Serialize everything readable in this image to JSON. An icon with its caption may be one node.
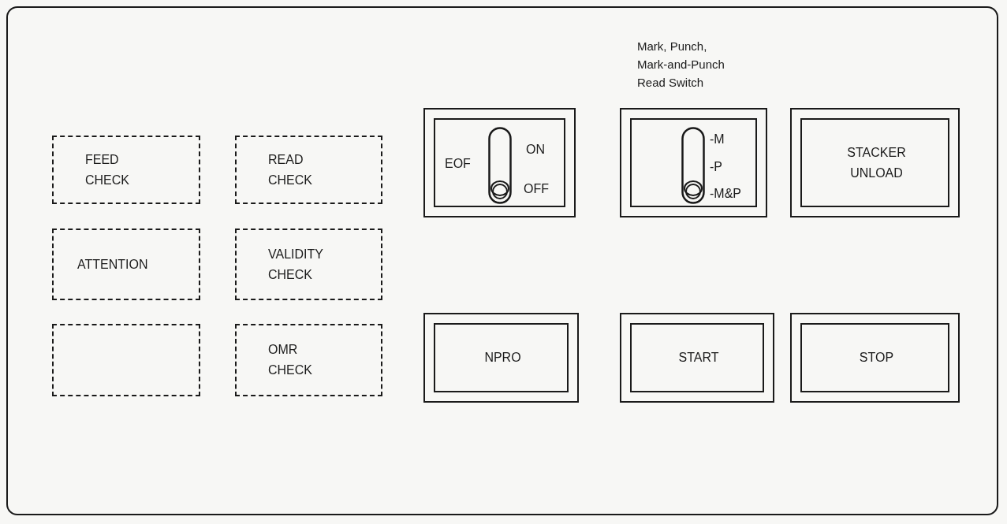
{
  "diagram": {
    "nodes": [
      {
        "text": [
          "FEED CHECK"
        ]
      },
      {
        "text": [
          "READ CHECK"
        ]
      },
      {
        "text": [
          "EOF",
          "ON",
          "OFF"
        ]
      },
      {
        "text": [
          "Mark, Punch, Mark-and-Punch Read Switch",
          "-M",
          "-P",
          "-M&P"
        ]
      },
      {
        "text": [
          "STACKER UNLOAD"
        ]
      },
      {
        "text": [
          "ATTENTION"
        ]
      },
      {
        "text": [
          "VALIDITY CHECK"
        ]
      },
      {
        "text": [],
        "shape": "box"
      },
      {
        "text": [
          "OMR CHECK"
        ]
      },
      {
        "text": [
          "NPRO"
        ]
      },
      {
        "text": [
          "START"
        ]
      },
      {
        "text": [
          "STOP"
        ]
      }
    ]
  }
}
